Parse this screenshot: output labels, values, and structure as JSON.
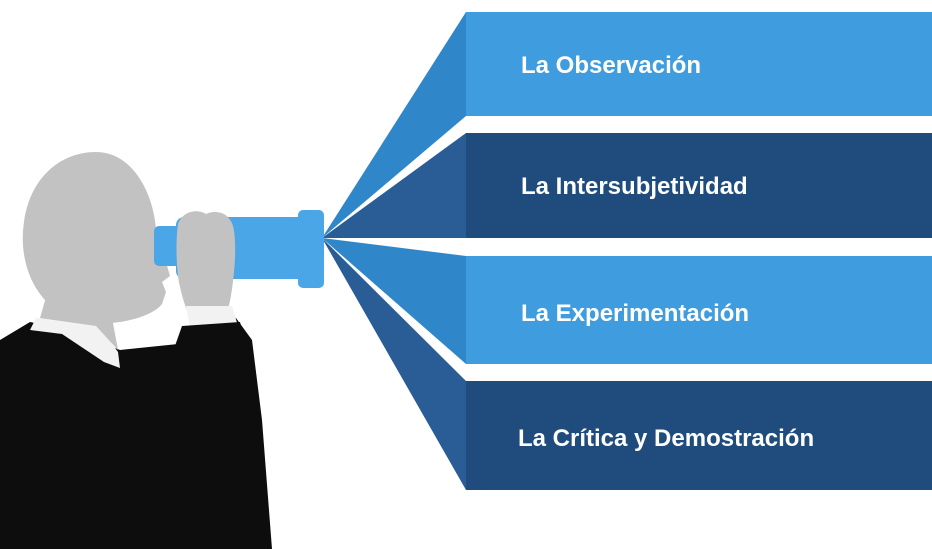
{
  "diagram": {
    "items": [
      {
        "label": "La Observación",
        "bar_color": "#3f9ddf",
        "fan_color": "#2f87c9"
      },
      {
        "label": "La Intersubjetividad",
        "bar_color": "#1f4b7d",
        "fan_color": "#2a5d96"
      },
      {
        "label": "La Experimentación",
        "bar_color": "#3f9ddf",
        "fan_color": "#2f87c9"
      },
      {
        "label": "La Crítica y Demostración",
        "bar_color": "#1f4b7d",
        "fan_color": "#2a5d96"
      }
    ],
    "illustration": {
      "subject": "person-looking-through-binoculars",
      "head_color": "#c2c2c2",
      "suit_color": "#0d0d0d",
      "shirt_color": "#f2f2f2",
      "binoculars_color": "#4aa6e6"
    }
  }
}
